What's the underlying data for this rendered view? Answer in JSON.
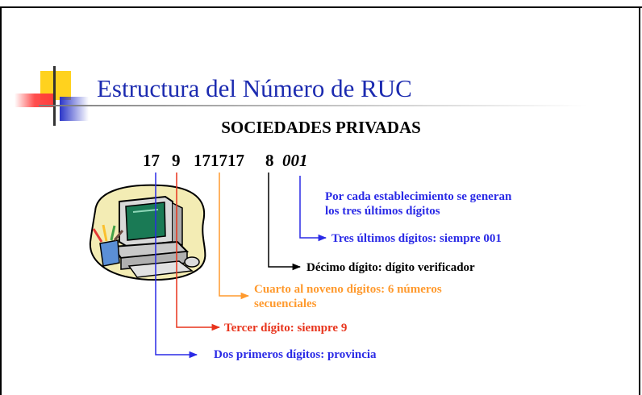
{
  "title": "Estructura del Número de RUC",
  "subtitle": "SOCIEDADES PRIVADAS",
  "number_parts": [
    "17",
    "9",
    "171717",
    "8",
    "001"
  ],
  "labels": {
    "establecimiento_line1": "Por cada establecimiento se generan",
    "establecimiento_line2": "los tres últimos dígitos",
    "tres_ultimos": "Tres últimos dígitos: siempre 001",
    "decimo": "Décimo dígito: dígito verificador",
    "cuarto_line1": "Cuarto al noveno dígitos: 6 números",
    "cuarto_line2": "secuenciales",
    "tercer": "Tercer dígito: siempre 9",
    "dos_primeros": "Dos primeros dígitos: provincia"
  },
  "colors": {
    "title": "#1c2bb0",
    "blue": "#2a2ae6",
    "red": "#e8341c",
    "orange": "#ff9a2e",
    "black": "#000000"
  },
  "icons": [
    "computer-clipart-icon",
    "title-bullet-icon"
  ]
}
